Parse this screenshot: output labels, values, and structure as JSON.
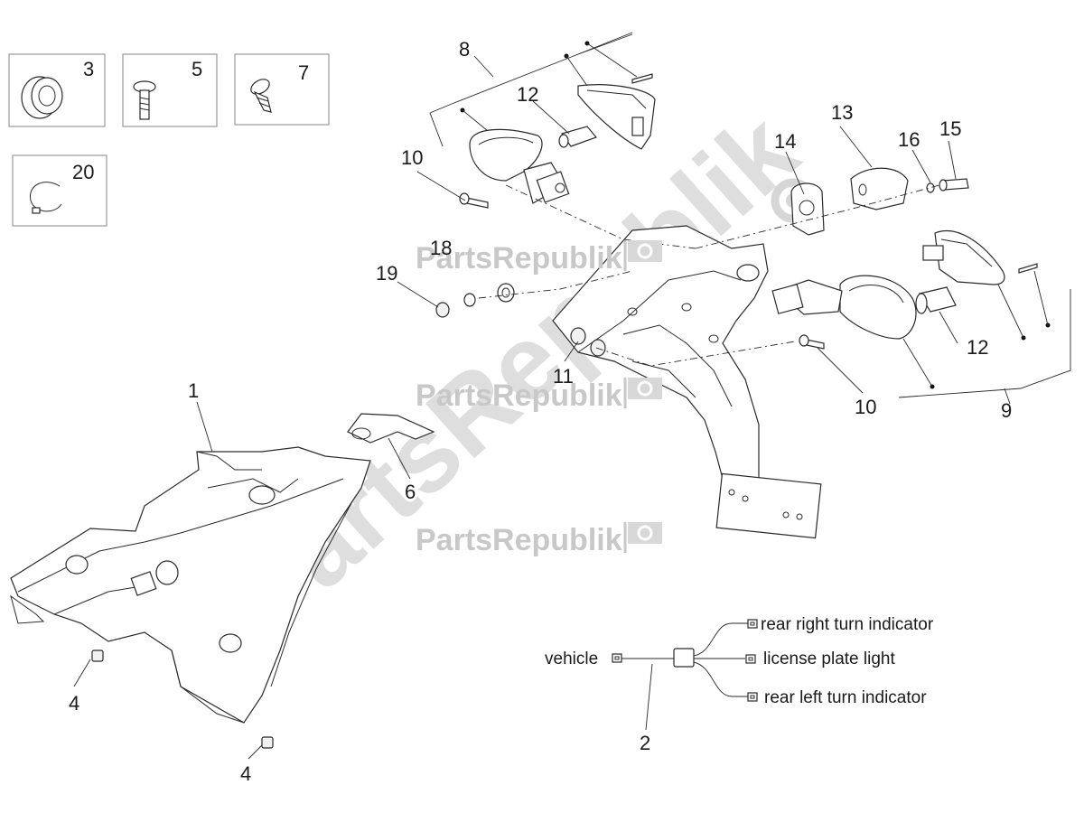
{
  "part_numbers": {
    "p1": "1",
    "p2": "2",
    "p3": "3",
    "p4a": "4",
    "p4b": "4",
    "p5": "5",
    "p6": "6",
    "p7": "7",
    "p8": "8",
    "p9": "9",
    "p10a": "10",
    "p10b": "10",
    "p11": "11",
    "p12a": "12",
    "p12b": "12",
    "p13": "13",
    "p14": "14",
    "p15": "15",
    "p16": "16",
    "p18": "18",
    "p19": "19",
    "p20": "20"
  },
  "wiring": {
    "vehicle": "vehicle",
    "rear_right": "rear right turn indicator",
    "license_plate": "license plate light",
    "rear_left": "rear left turn indicator"
  },
  "watermark": {
    "brand": "PartsRepublik"
  }
}
